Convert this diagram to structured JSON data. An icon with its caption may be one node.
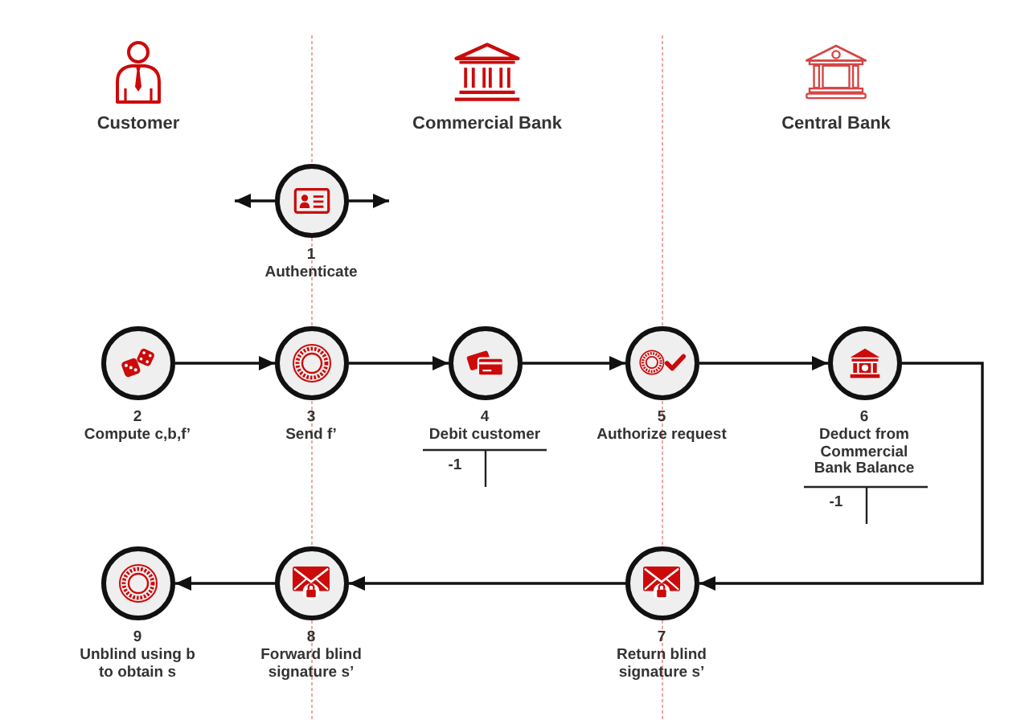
{
  "diagram": {
    "nodes": [
      {
        "text": [
          "1",
          "Authenticate"
        ]
      },
      {
        "text": [
          "2",
          "Compute c,b,f’"
        ]
      },
      {
        "text": [
          "3",
          "Send f’"
        ]
      },
      {
        "text": [
          "4",
          "Debit customer"
        ]
      },
      {
        "text": [
          "5",
          "Authorize request"
        ]
      },
      {
        "text": [
          "6",
          "Deduct from Commercial Bank Balance"
        ]
      },
      {
        "text": [
          "7",
          "Return blind signature s’"
        ]
      },
      {
        "text": [
          "8",
          "Forward blind signature s’"
        ]
      },
      {
        "text": [
          "9",
          "Unblind using b to obtain s"
        ]
      }
    ],
    "edges": [
      {
        "from": 0,
        "to": null,
        "arrow": "to"
      },
      {
        "from": 0,
        "to": null,
        "arrow": "to"
      },
      {
        "from": 1,
        "to": 2,
        "arrow": "to"
      },
      {
        "from": 2,
        "to": 3,
        "arrow": "to"
      },
      {
        "from": 3,
        "to": 4,
        "arrow": "to"
      },
      {
        "from": 4,
        "to": 5,
        "arrow": "to"
      },
      {
        "from": 5,
        "to": 6,
        "arrow": "to"
      },
      {
        "from": 6,
        "to": 7,
        "arrow": "to"
      },
      {
        "from": 7,
        "to": 8,
        "arrow": "to"
      }
    ],
    "labels": [
      "Customer",
      "Commercial Bank",
      "Central Bank",
      "-1",
      "-1"
    ]
  }
}
